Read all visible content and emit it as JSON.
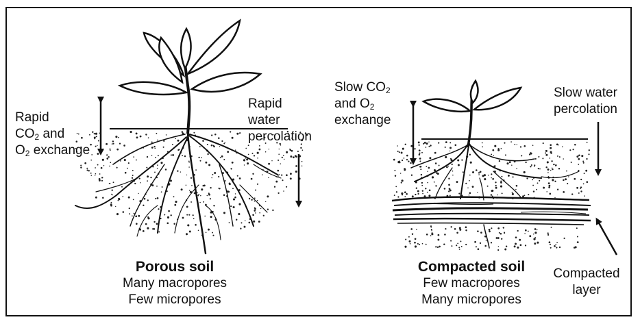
{
  "porous": {
    "gas_exchange": {
      "line1": "Rapid",
      "line2_a": "CO",
      "line2_sub": "2",
      "line2_b": " and",
      "line3_a": "O",
      "line3_sub": "2",
      "line3_b": " exchange"
    },
    "water": {
      "line1": "Rapid",
      "line2": "water",
      "line3": "percolation"
    },
    "title": "Porous soil",
    "line1": "Many macropores",
    "line2": "Few micropores"
  },
  "compacted": {
    "gas_exchange": {
      "line1_a": "Slow CO",
      "line1_sub": "2",
      "line2_a": "and O",
      "line2_sub": "2",
      "line3": "exchange"
    },
    "water": {
      "line1": "Slow water",
      "line2": "percolation"
    },
    "title": "Compacted soil",
    "line1": "Few macropores",
    "line2": "Many micropores",
    "layer_label": {
      "line1": "Compacted",
      "line2": "layer"
    }
  }
}
